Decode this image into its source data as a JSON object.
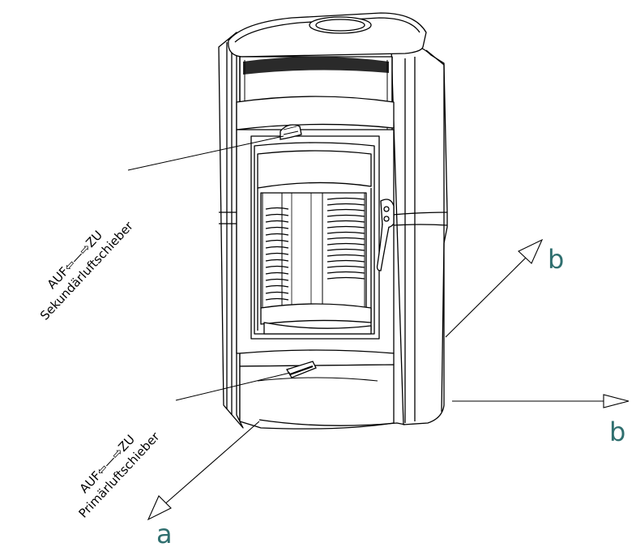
{
  "diagram": {
    "secondary_air": {
      "range_label": "AUF⇦—⇨ZU",
      "name": "Sekundärluftschieber"
    },
    "primary_air": {
      "range_label": "AUF⇦—⇨ZU",
      "name": "Primärluftschieber"
    },
    "dimensions": {
      "depth_letter": "a",
      "width_letter_upper": "b",
      "width_letter_lower": "b"
    },
    "colors": {
      "line": "#000000",
      "dimension_letter": "#2f6f6f",
      "background": "#ffffff"
    }
  }
}
